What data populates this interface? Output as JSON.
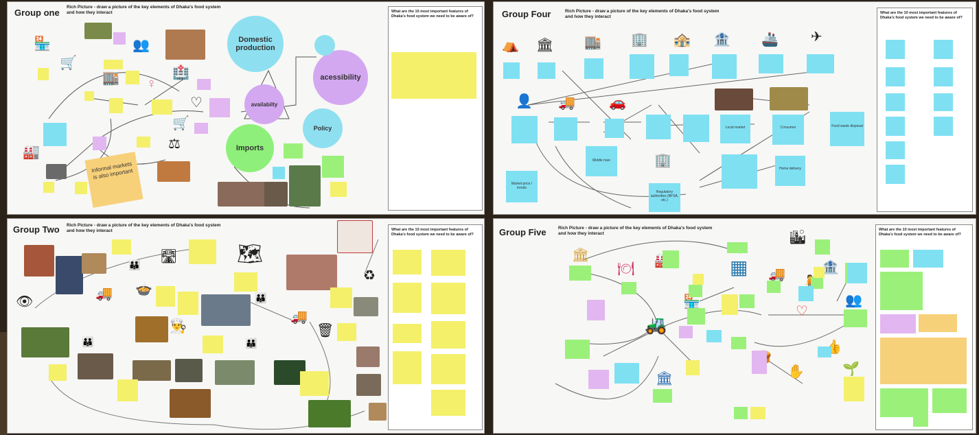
{
  "boards": {
    "one": {
      "title": "Group one",
      "subtitle": "Rich Picture - draw a picture of the key elements of Dhaka's food system and how they interact"
    },
    "four": {
      "title": "Group Four",
      "subtitle": "Rich Picture - draw a picture of the key elements of Dhaka's food system and how they interact"
    },
    "two": {
      "title": "Group Two",
      "subtitle": "Rich Picture - draw a picture of the key elements of Dhaka's food system and how they interact"
    },
    "five": {
      "title": "Group Five",
      "subtitle": "Rich Picture - draw a picture of the key elements of Dhaka's food system and how they interact"
    }
  },
  "panel_question": "What are the 10 most important features of Dhaka's food system we need to be aware of?",
  "group_one": {
    "circles": {
      "domestic": "Domestic production",
      "accessibility": "acessibility",
      "availability": "availabilty",
      "policy": "Policy",
      "imports": "Imports"
    },
    "big_note": "Informal markets is also important"
  },
  "group_four": {
    "nodes": {
      "local_market": "Local market",
      "consumer": "Consumer",
      "food_waste": "Food waste disposal",
      "middle_man": "Middle man",
      "regulatory": "Regulatory authorities (BFSA, etc.)",
      "home_delivery": "Home delivery",
      "market_price": "Market price / trends"
    }
  }
}
